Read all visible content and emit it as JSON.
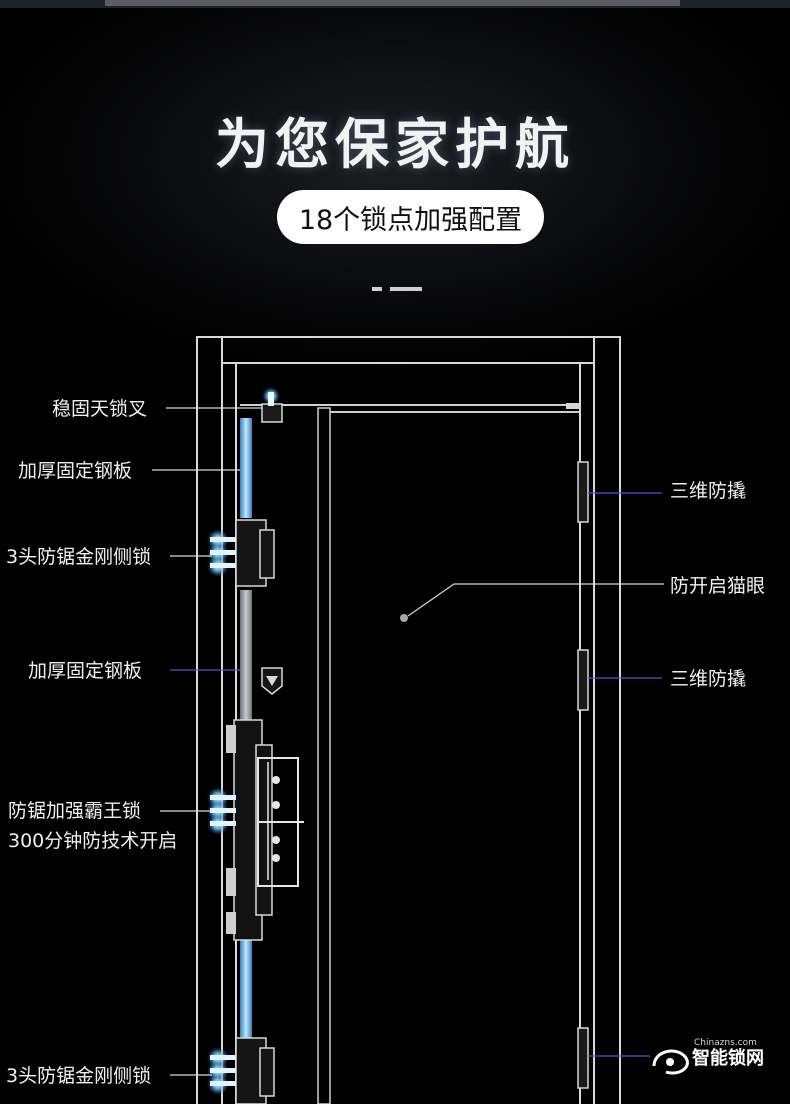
{
  "header": {
    "title": "为您保家护航",
    "subtitle": "18个锁点加强配置"
  },
  "left_callouts": [
    {
      "id": "top-lock",
      "text": "稳固天锁叉"
    },
    {
      "id": "steel-plate-1",
      "text": "加厚固定钢板"
    },
    {
      "id": "side-lock-1",
      "text": "3头防锯金刚侧锁"
    },
    {
      "id": "steel-plate-2",
      "text": "加厚固定钢板"
    },
    {
      "id": "main-lock-line1",
      "text": "防锯加强霸王锁"
    },
    {
      "id": "main-lock-line2",
      "text": "300分钟防技术开启"
    },
    {
      "id": "side-lock-2",
      "text": "3头防锯金刚侧锁"
    }
  ],
  "right_callouts": [
    {
      "id": "hinge-1",
      "text": "三维防撬"
    },
    {
      "id": "peephole",
      "text": "防开启猫眼"
    },
    {
      "id": "hinge-2",
      "text": "三维防撬"
    }
  ],
  "watermark": {
    "brand": "智能锁网",
    "url": "Chinazns.com",
    "icon": "lock-logo-icon"
  },
  "colors": {
    "background": "#000000",
    "line": "#d8d8d8",
    "lock_glow": "#7fd0ff",
    "callout_line_blue": "#4a5bd6"
  }
}
